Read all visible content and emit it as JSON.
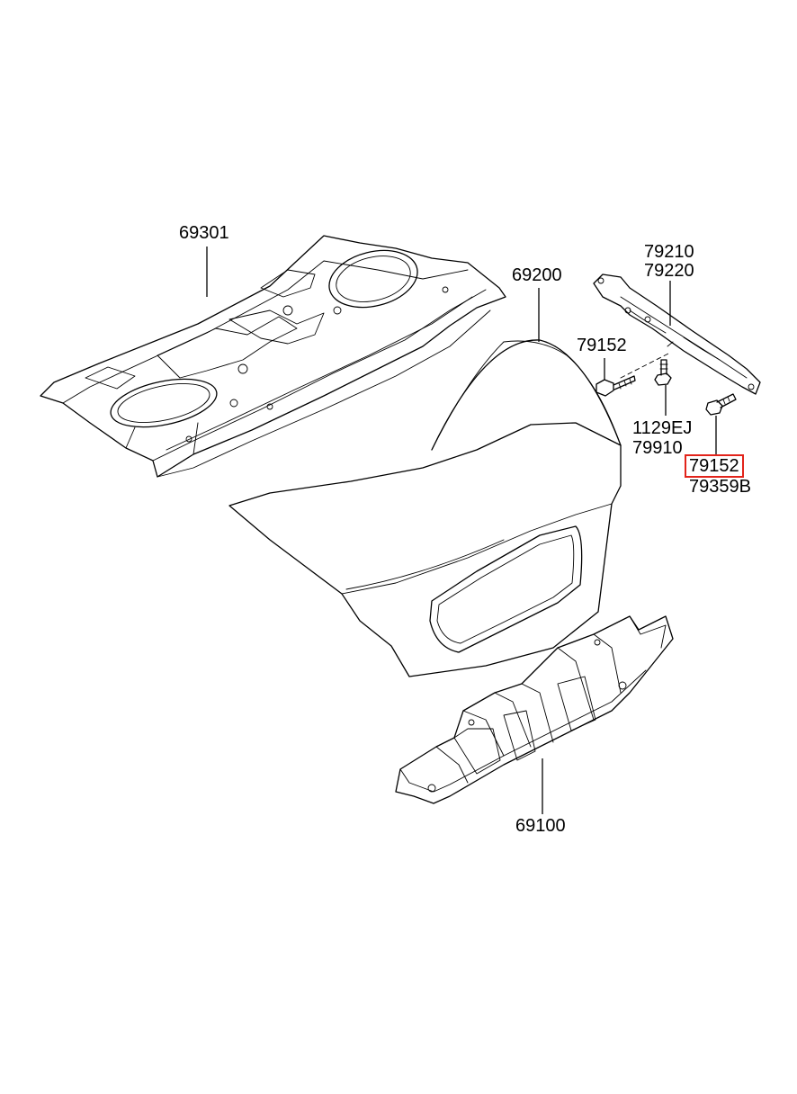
{
  "parts": [
    {
      "id": "p69301",
      "number": "69301"
    },
    {
      "id": "p69200",
      "number": "69200"
    },
    {
      "id": "p79210",
      "number": "79210"
    },
    {
      "id": "p79220",
      "number": "79220"
    },
    {
      "id": "p79152a",
      "number": "79152"
    },
    {
      "id": "p1129ej",
      "number": "1129EJ"
    },
    {
      "id": "p79910",
      "number": "79910"
    },
    {
      "id": "p79152b",
      "number": "79152",
      "highlighted": true
    },
    {
      "id": "p79359b",
      "number": "79359B"
    },
    {
      "id": "p69100",
      "number": "69100"
    }
  ],
  "highlight_color": "#e2231a"
}
